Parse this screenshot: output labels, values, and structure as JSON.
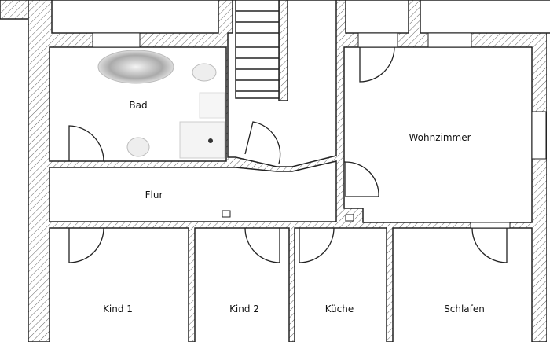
{
  "rooms": {
    "bad": "Bad",
    "flur": "Flur",
    "wohnzimmer": "Wohnzimmer",
    "kind1": "Kind 1",
    "kind2": "Kind 2",
    "kueche": "Küche",
    "schlafen": "Schlafen"
  },
  "colors": {
    "wall_line": "#222222",
    "hatch": "#555555",
    "room_fill": "#ffffff"
  }
}
